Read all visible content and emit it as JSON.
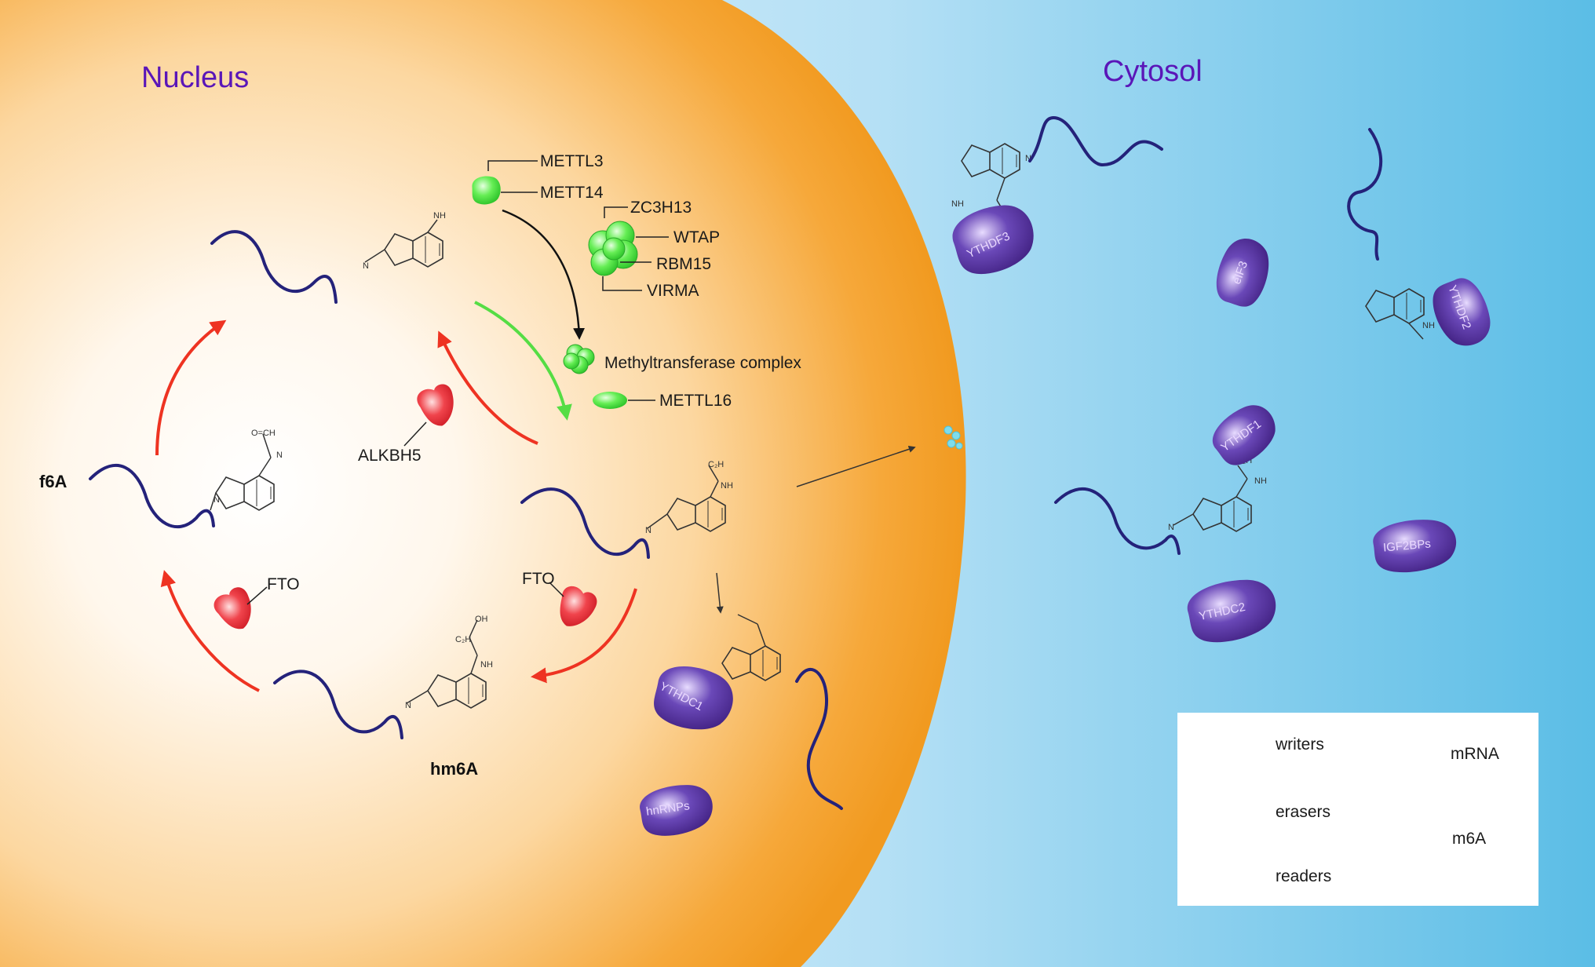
{
  "regions": {
    "nucleus": "Nucleus",
    "cytosol": "Cytosol"
  },
  "modifications": {
    "f6a": "f6A",
    "hm6a": "hm6A"
  },
  "writers": {
    "mettl3": "METTL3",
    "mett14": "METT14",
    "zc3h13": "ZC3H13",
    "wtap": "WTAP",
    "rbm15": "RBM15",
    "virma": "VIRMA",
    "complex": "Methyltransferase complex",
    "mettl16": "METTL16"
  },
  "erasers": {
    "alkbh5": "ALKBH5",
    "fto_left": "FTO",
    "fto_right": "FTO"
  },
  "readers": {
    "ythdc1": "YTHDC1",
    "hnrnps": "hnRNPs",
    "ythdf3": "YTHDF3",
    "eif3": "eIF3",
    "ythdf2": "YTHDF2",
    "ythdf1": "YTHDF1",
    "igf2bps": "IGF2BPs",
    "ythdc2": "YTHDC2"
  },
  "legend": {
    "writers": "writers",
    "erasers": "erasers",
    "readers": "readers",
    "mrna": "mRNA",
    "m6a": "m6A"
  },
  "colors": {
    "nucleus_orange": "#f5a22a",
    "cytosol_blue": "#5bbde6",
    "writer_green": "#44dd44",
    "eraser_red": "#e8303a",
    "reader_purple": "#4a2a8c",
    "mrna_navy": "#22227a",
    "arrow_red": "#ee3322",
    "arrow_green": "#55dd44"
  }
}
